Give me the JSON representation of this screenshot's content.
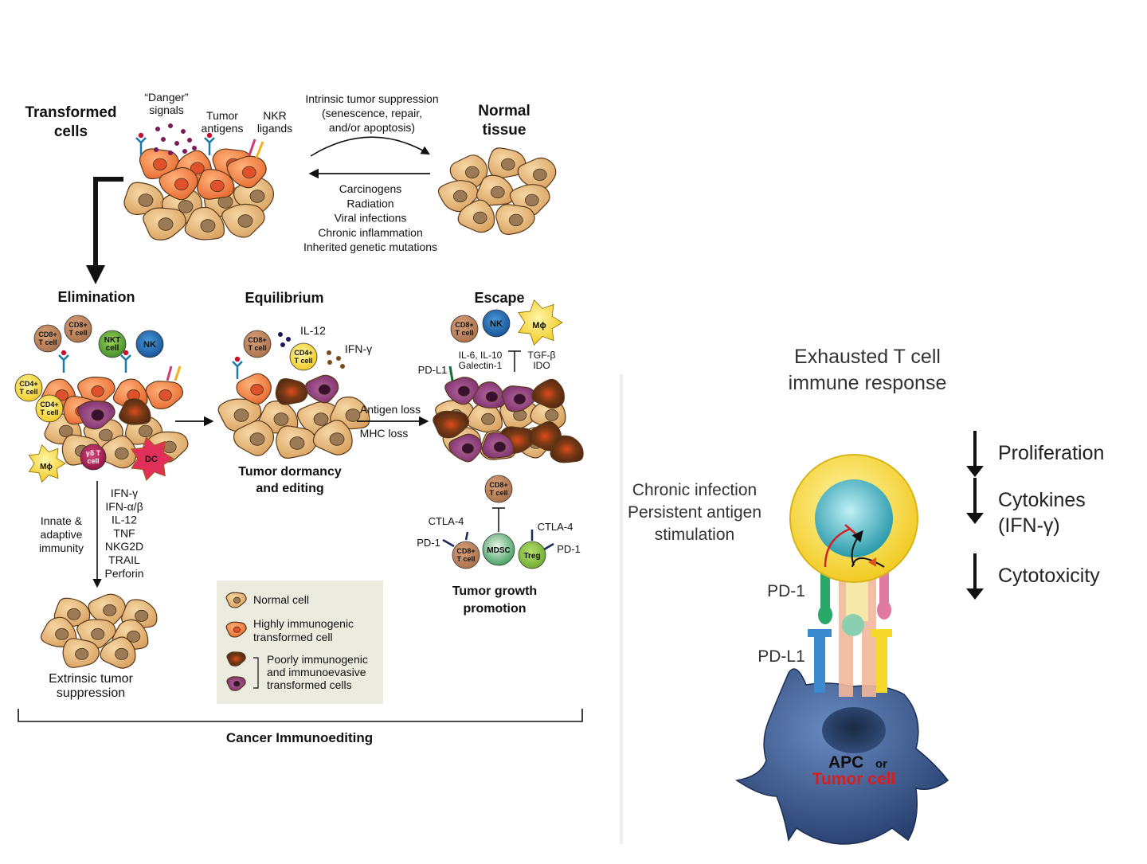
{
  "left_panel": {
    "transformed_cells": [
      "Transformed",
      "cells"
    ],
    "danger_signals": [
      "“Danger”",
      "signals"
    ],
    "tumor_antigens": [
      "Tumor",
      "antigens"
    ],
    "nkr_ligands": [
      "NKR",
      "ligands"
    ],
    "intrinsic": [
      "Intrinsic tumor suppression",
      "(senescence, repair,",
      "and/or apoptosis)"
    ],
    "normal_tissue": [
      "Normal",
      "tissue"
    ],
    "causes": [
      "Carcinogens",
      "Radiation",
      "Viral infections",
      "Chronic inflammation",
      "Inherited genetic mutations"
    ],
    "elimination": "Elimination",
    "equilibrium": "Equilibrium",
    "escape": "Escape",
    "cells": {
      "cd8": [
        "CD8+",
        "T cell"
      ],
      "cd4": [
        "CD4+",
        "T cell"
      ],
      "nkt": [
        "NKT",
        "cell"
      ],
      "nk": "NK",
      "mphi": "Mϕ",
      "gdt": [
        "γδ T",
        "cell"
      ],
      "dc": "DC",
      "mdsc": "MDSC",
      "treg": "Treg"
    },
    "equilibrium_cytokines": {
      "il12": "IL-12",
      "ifng": "IFN-γ"
    },
    "escape_factors": {
      "left": [
        "IL-6, IL-10",
        "Galectin-1"
      ],
      "right": [
        "TGF-β",
        "IDO"
      ],
      "pdl1": "PD-L1"
    },
    "antigen_loss": "Antigen loss",
    "mhc_loss": "MHC loss",
    "dormancy": [
      "Tumor dormancy",
      "and editing"
    ],
    "effectors": [
      "IFN-γ",
      "IFN-α/β",
      "IL-12",
      "TNF",
      "NKG2D",
      "TRAIL",
      "Perforin"
    ],
    "innate": [
      "Innate &",
      "adaptive",
      "immunity"
    ],
    "extrinsic": [
      "Extrinsic tumor",
      "suppression"
    ],
    "ctla4": "CTLA-4",
    "pd1": "PD-1",
    "growth_promotion": [
      "Tumor growth",
      "promotion"
    ],
    "legend": {
      "normal": "Normal cell",
      "highly": [
        "Highly immunogenic",
        "transformed cell"
      ],
      "poorly": [
        "Poorly immunogenic",
        "and immunoevasive",
        "transformed cells"
      ]
    },
    "footer": "Cancer Immunoediting"
  },
  "right_panel": {
    "title": [
      "Exhausted T cell",
      "immune response"
    ],
    "chronic": [
      "Chronic infection",
      "Persistent antigen",
      "stimulation"
    ],
    "effects": [
      {
        "lines": [
          "Proliferation"
        ]
      },
      {
        "lines": [
          "Cytokines",
          "(IFN-γ)"
        ]
      },
      {
        "lines": [
          "Cytotoxicity"
        ]
      }
    ],
    "pd1": "PD-1",
    "pdl1": "PD-L1",
    "apc": "APC",
    "or": "or",
    "tumor_cell": "Tumor cell"
  },
  "colors": {
    "normal_cell": "#e8b87a",
    "highly_immunogenic": "#f0874a",
    "poorly_brown": "#6b3a1f",
    "poorly_purple": "#8e3d7a",
    "tumor_cell_text": "#d42020",
    "tcell_yellow": "#f5e63a",
    "nucleus_teal": "#3aa8b8",
    "apc_blue": "#3c5a8a"
  }
}
